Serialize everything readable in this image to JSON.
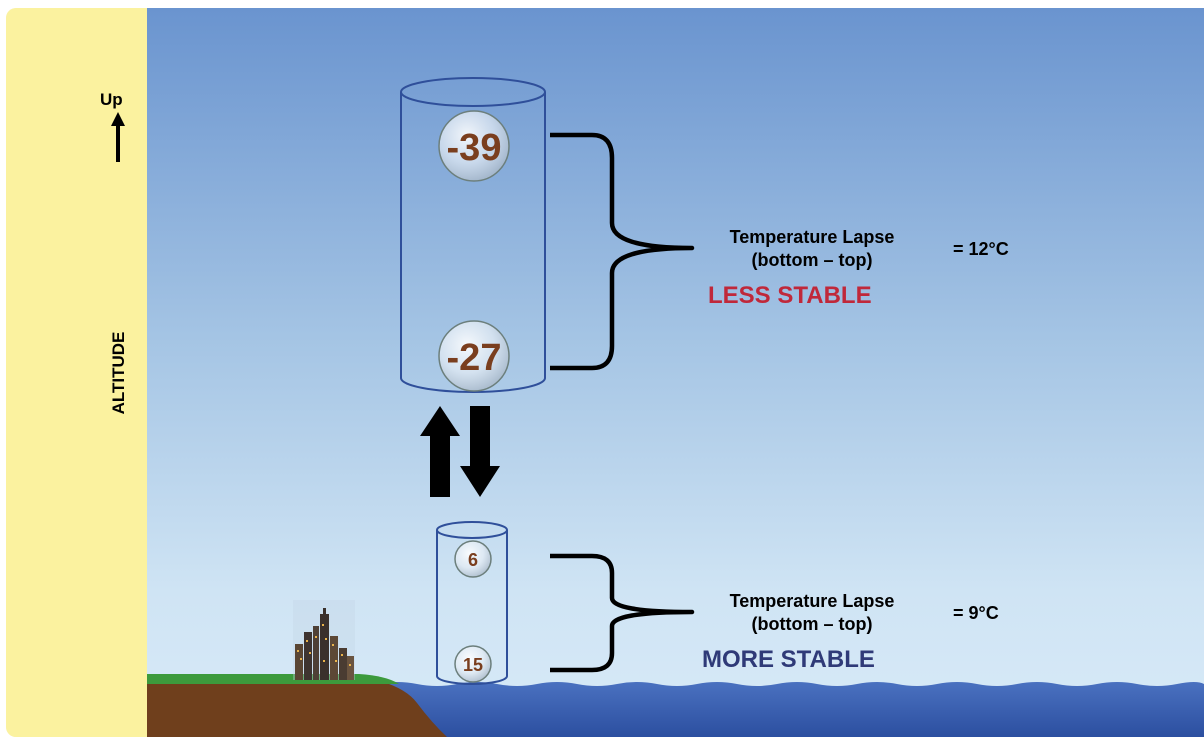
{
  "sidebar": {
    "up_label": "Up",
    "axis_label": "ALTITUDE"
  },
  "upper_column": {
    "top_temp": "-39",
    "bottom_temp": "-27",
    "lapse_title": "Temperature Lapse",
    "lapse_subtitle": "(bottom – top)",
    "lapse_value": "= 12°C",
    "stability": "LESS STABLE",
    "stability_color": "#c0283a"
  },
  "lower_column": {
    "top_temp": "6",
    "bottom_temp": "15",
    "lapse_title": "Temperature Lapse",
    "lapse_subtitle": "(bottom – top)",
    "lapse_value": "= 9°C",
    "stability": "MORE STABLE",
    "stability_color": "#2f3a78"
  },
  "icons": [
    "up-arrow-icon",
    "exchange-arrows-icon",
    "city-skyline-icon"
  ],
  "colors": {
    "sidebar": "#fbf29f",
    "sky_top": "#6a94cf",
    "sky_bottom": "#d8eaf8",
    "sea": "#3f64b4",
    "land_grass": "#3c9a3c",
    "land_soil": "#6f3f1c"
  }
}
